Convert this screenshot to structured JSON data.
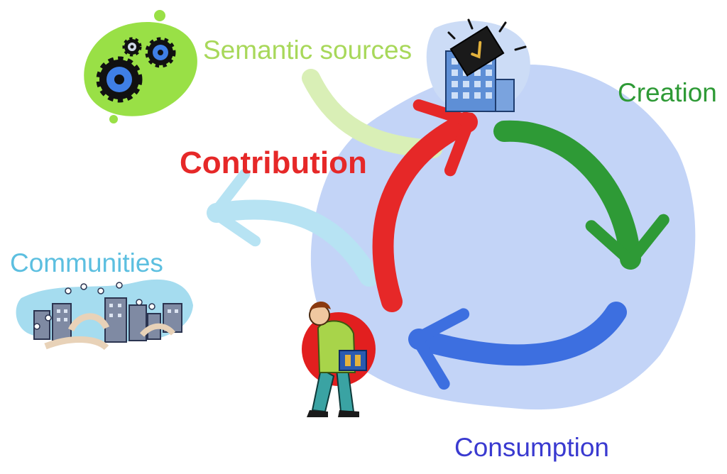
{
  "labels": {
    "semantic_sources": "Semantic sources",
    "creation": "Creation",
    "contribution": "Contribution",
    "communities": "Communities",
    "consumption": "Consumption"
  },
  "colors": {
    "semantic_sources": "#a8d85a",
    "creation": "#2e9a36",
    "contribution": "#e62828",
    "communities": "#5cbfe0",
    "consumption": "#3a3ad0",
    "consumption_arrow": "#3d6fe0",
    "background_blob": "#c3d4f7",
    "gear_blob": "#99e046",
    "communities_blob": "#a5dcef"
  },
  "icons": {
    "gears": "gears-icon",
    "building_book": "building-book-icon",
    "person": "person-reading-icon",
    "city": "city-community-icon"
  }
}
